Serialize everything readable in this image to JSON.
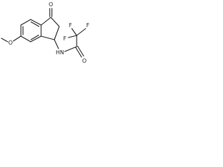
{
  "structure": {
    "atoms": {
      "ketone_oxygen": "O",
      "methoxy_oxygen": "O",
      "amide_nitrogen": "HN",
      "amide_oxygen": "O",
      "fluorine_top_left": "F",
      "fluorine_top_right": "F",
      "fluorine_left": "F"
    },
    "groups": {
      "methoxy_methyl": ""
    }
  }
}
